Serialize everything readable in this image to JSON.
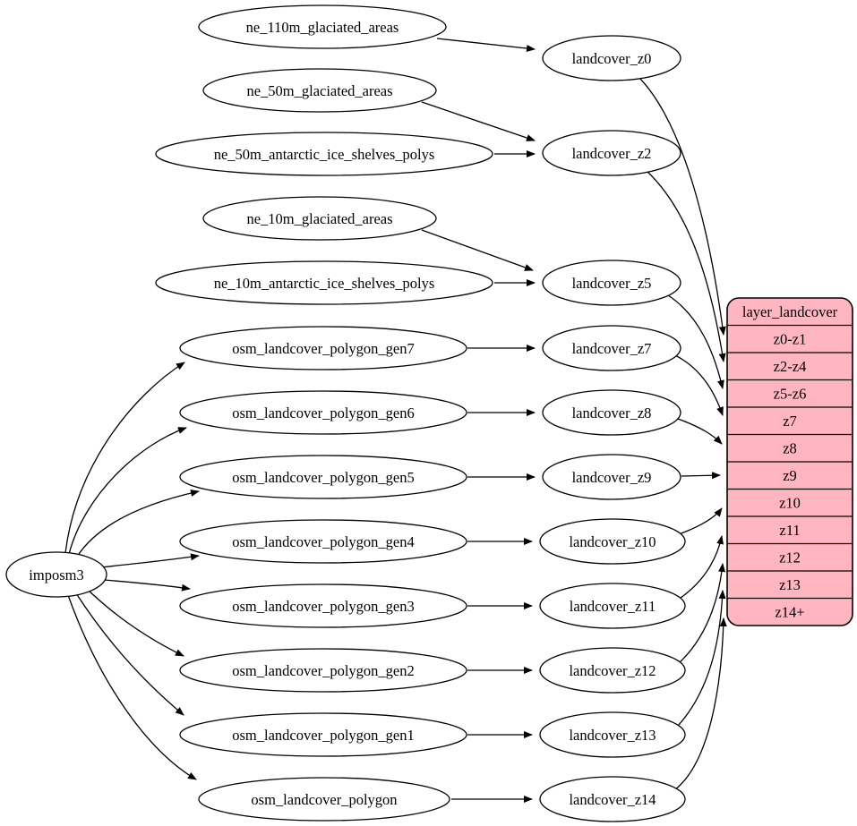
{
  "colors": {
    "background": "#ffffff",
    "node_fill": "#ffffff",
    "node_stroke": "#000000",
    "edge_stroke": "#000000",
    "table_fill": "#ffb6c1",
    "text": "#000000"
  },
  "graph": {
    "root": "imposm3",
    "sources": [
      "ne_110m_glaciated_areas",
      "ne_50m_glaciated_areas",
      "ne_50m_antarctic_ice_shelves_polys",
      "ne_10m_glaciated_areas",
      "ne_10m_antarctic_ice_shelves_polys",
      "osm_landcover_polygon_gen7",
      "osm_landcover_polygon_gen6",
      "osm_landcover_polygon_gen5",
      "osm_landcover_polygon_gen4",
      "osm_landcover_polygon_gen3",
      "osm_landcover_polygon_gen2",
      "osm_landcover_polygon_gen1",
      "osm_landcover_polygon"
    ],
    "landcover": [
      "landcover_z0",
      "landcover_z2",
      "landcover_z5",
      "landcover_z7",
      "landcover_z8",
      "landcover_z9",
      "landcover_z10",
      "landcover_z11",
      "landcover_z12",
      "landcover_z13",
      "landcover_z14"
    ],
    "table": {
      "title": "layer_landcover",
      "rows": [
        "z0-z1",
        "z2-z4",
        "z5-z6",
        "z7",
        "z8",
        "z9",
        "z10",
        "z11",
        "z12",
        "z13",
        "z14+"
      ]
    },
    "edges": [
      {
        "from": "imposm3",
        "to": "osm_landcover_polygon_gen7"
      },
      {
        "from": "imposm3",
        "to": "osm_landcover_polygon_gen6"
      },
      {
        "from": "imposm3",
        "to": "osm_landcover_polygon_gen5"
      },
      {
        "from": "imposm3",
        "to": "osm_landcover_polygon_gen4"
      },
      {
        "from": "imposm3",
        "to": "osm_landcover_polygon_gen3"
      },
      {
        "from": "imposm3",
        "to": "osm_landcover_polygon_gen2"
      },
      {
        "from": "imposm3",
        "to": "osm_landcover_polygon_gen1"
      },
      {
        "from": "imposm3",
        "to": "osm_landcover_polygon"
      },
      {
        "from": "ne_110m_glaciated_areas",
        "to": "landcover_z0"
      },
      {
        "from": "ne_50m_glaciated_areas",
        "to": "landcover_z2"
      },
      {
        "from": "ne_50m_antarctic_ice_shelves_polys",
        "to": "landcover_z2"
      },
      {
        "from": "ne_10m_glaciated_areas",
        "to": "landcover_z5"
      },
      {
        "from": "ne_10m_antarctic_ice_shelves_polys",
        "to": "landcover_z5"
      },
      {
        "from": "osm_landcover_polygon_gen7",
        "to": "landcover_z7"
      },
      {
        "from": "osm_landcover_polygon_gen6",
        "to": "landcover_z8"
      },
      {
        "from": "osm_landcover_polygon_gen5",
        "to": "landcover_z9"
      },
      {
        "from": "osm_landcover_polygon_gen4",
        "to": "landcover_z10"
      },
      {
        "from": "osm_landcover_polygon_gen3",
        "to": "landcover_z11"
      },
      {
        "from": "osm_landcover_polygon_gen2",
        "to": "landcover_z12"
      },
      {
        "from": "osm_landcover_polygon_gen1",
        "to": "landcover_z13"
      },
      {
        "from": "osm_landcover_polygon",
        "to": "landcover_z14"
      },
      {
        "from": "landcover_z0",
        "to": "layer_landcover.z0-z1"
      },
      {
        "from": "landcover_z2",
        "to": "layer_landcover.z2-z4"
      },
      {
        "from": "landcover_z5",
        "to": "layer_landcover.z5-z6"
      },
      {
        "from": "landcover_z7",
        "to": "layer_landcover.z7"
      },
      {
        "from": "landcover_z8",
        "to": "layer_landcover.z8"
      },
      {
        "from": "landcover_z9",
        "to": "layer_landcover.z9"
      },
      {
        "from": "landcover_z10",
        "to": "layer_landcover.z10"
      },
      {
        "from": "landcover_z11",
        "to": "layer_landcover.z11"
      },
      {
        "from": "landcover_z12",
        "to": "layer_landcover.z12"
      },
      {
        "from": "landcover_z13",
        "to": "layer_landcover.z13"
      },
      {
        "from": "landcover_z14",
        "to": "layer_landcover.z14+"
      }
    ]
  }
}
